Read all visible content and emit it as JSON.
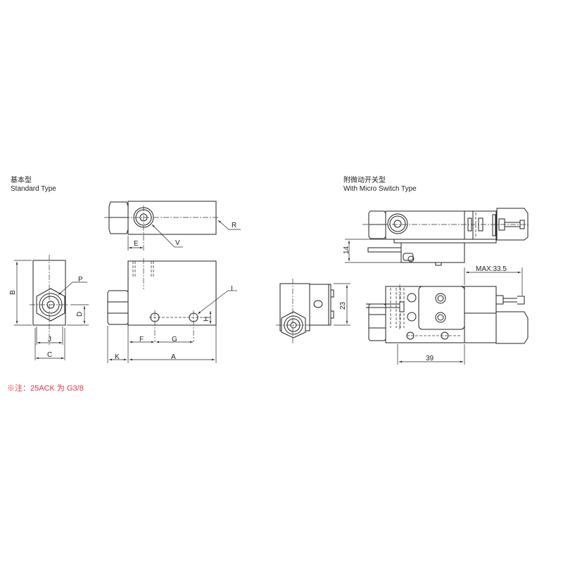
{
  "standard": {
    "title_cn": "基本型",
    "title_en": "Standard Type",
    "labels": {
      "R": "R",
      "V": "V",
      "E": "E",
      "P": "P",
      "B": "B",
      "D": "D",
      "J": "J",
      "C": "C",
      "I": "I",
      "H": "H",
      "F": "F",
      "G": "G",
      "K": "K",
      "A": "A"
    }
  },
  "micro": {
    "title_cn": "附微动开关型",
    "title_en": "With Micro Switch Type",
    "dims": {
      "h14": "14",
      "h23": "23",
      "max": "MAX:33.5",
      "w39": "39"
    }
  },
  "note": "※注：25ACK 为 G3/8",
  "colors": {
    "note": "#e0334b",
    "line": "#222222"
  }
}
